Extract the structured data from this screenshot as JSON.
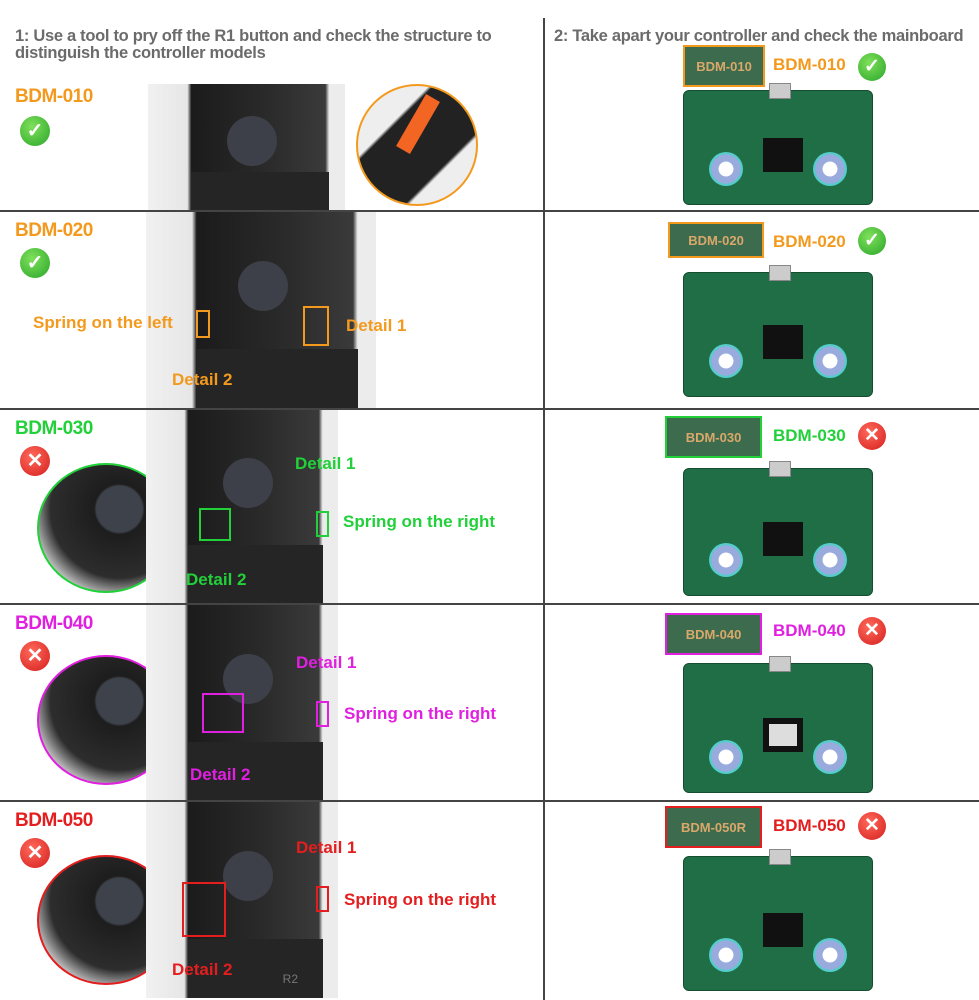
{
  "header": {
    "step1": "1: Use a tool to pry off the R1 button and check the structure to distinguish the controller models",
    "step2": "2: Take apart your controller and check the mainboard"
  },
  "colors": {
    "orange": "#f39a1e",
    "green": "#22d03a",
    "magenta": "#e01fe0",
    "red": "#e41e1e"
  },
  "rows": [
    {
      "model": "BDM-010",
      "status": "check-icon",
      "board_tag": "BDM-010",
      "board_label": "BDM-010"
    },
    {
      "model": "BDM-020",
      "status": "check-icon",
      "board_tag": "BDM-020",
      "board_label": "BDM-020",
      "spring": "Spring on the left",
      "detail1": "Detail 1",
      "detail2": "Detail 2"
    },
    {
      "model": "BDM-030",
      "status": "cross-icon",
      "board_tag": "BDM-030",
      "board_label": "BDM-030",
      "spring": "Spring on the right",
      "detail1": "Detail 1",
      "detail2": "Detail 2"
    },
    {
      "model": "BDM-040",
      "status": "cross-icon",
      "board_tag": "BDM-040",
      "board_label": "BDM-040",
      "spring": "Spring on the right",
      "detail1": "Detail 1",
      "detail2": "Detail 2"
    },
    {
      "model": "BDM-050",
      "status": "cross-icon",
      "board_tag": "BDM-050R",
      "board_label": "BDM-050",
      "spring": "Spring on the right",
      "detail1": "Detail 1",
      "detail2": "Detail 2"
    }
  ],
  "photo_text": {
    "r2": "R2"
  }
}
